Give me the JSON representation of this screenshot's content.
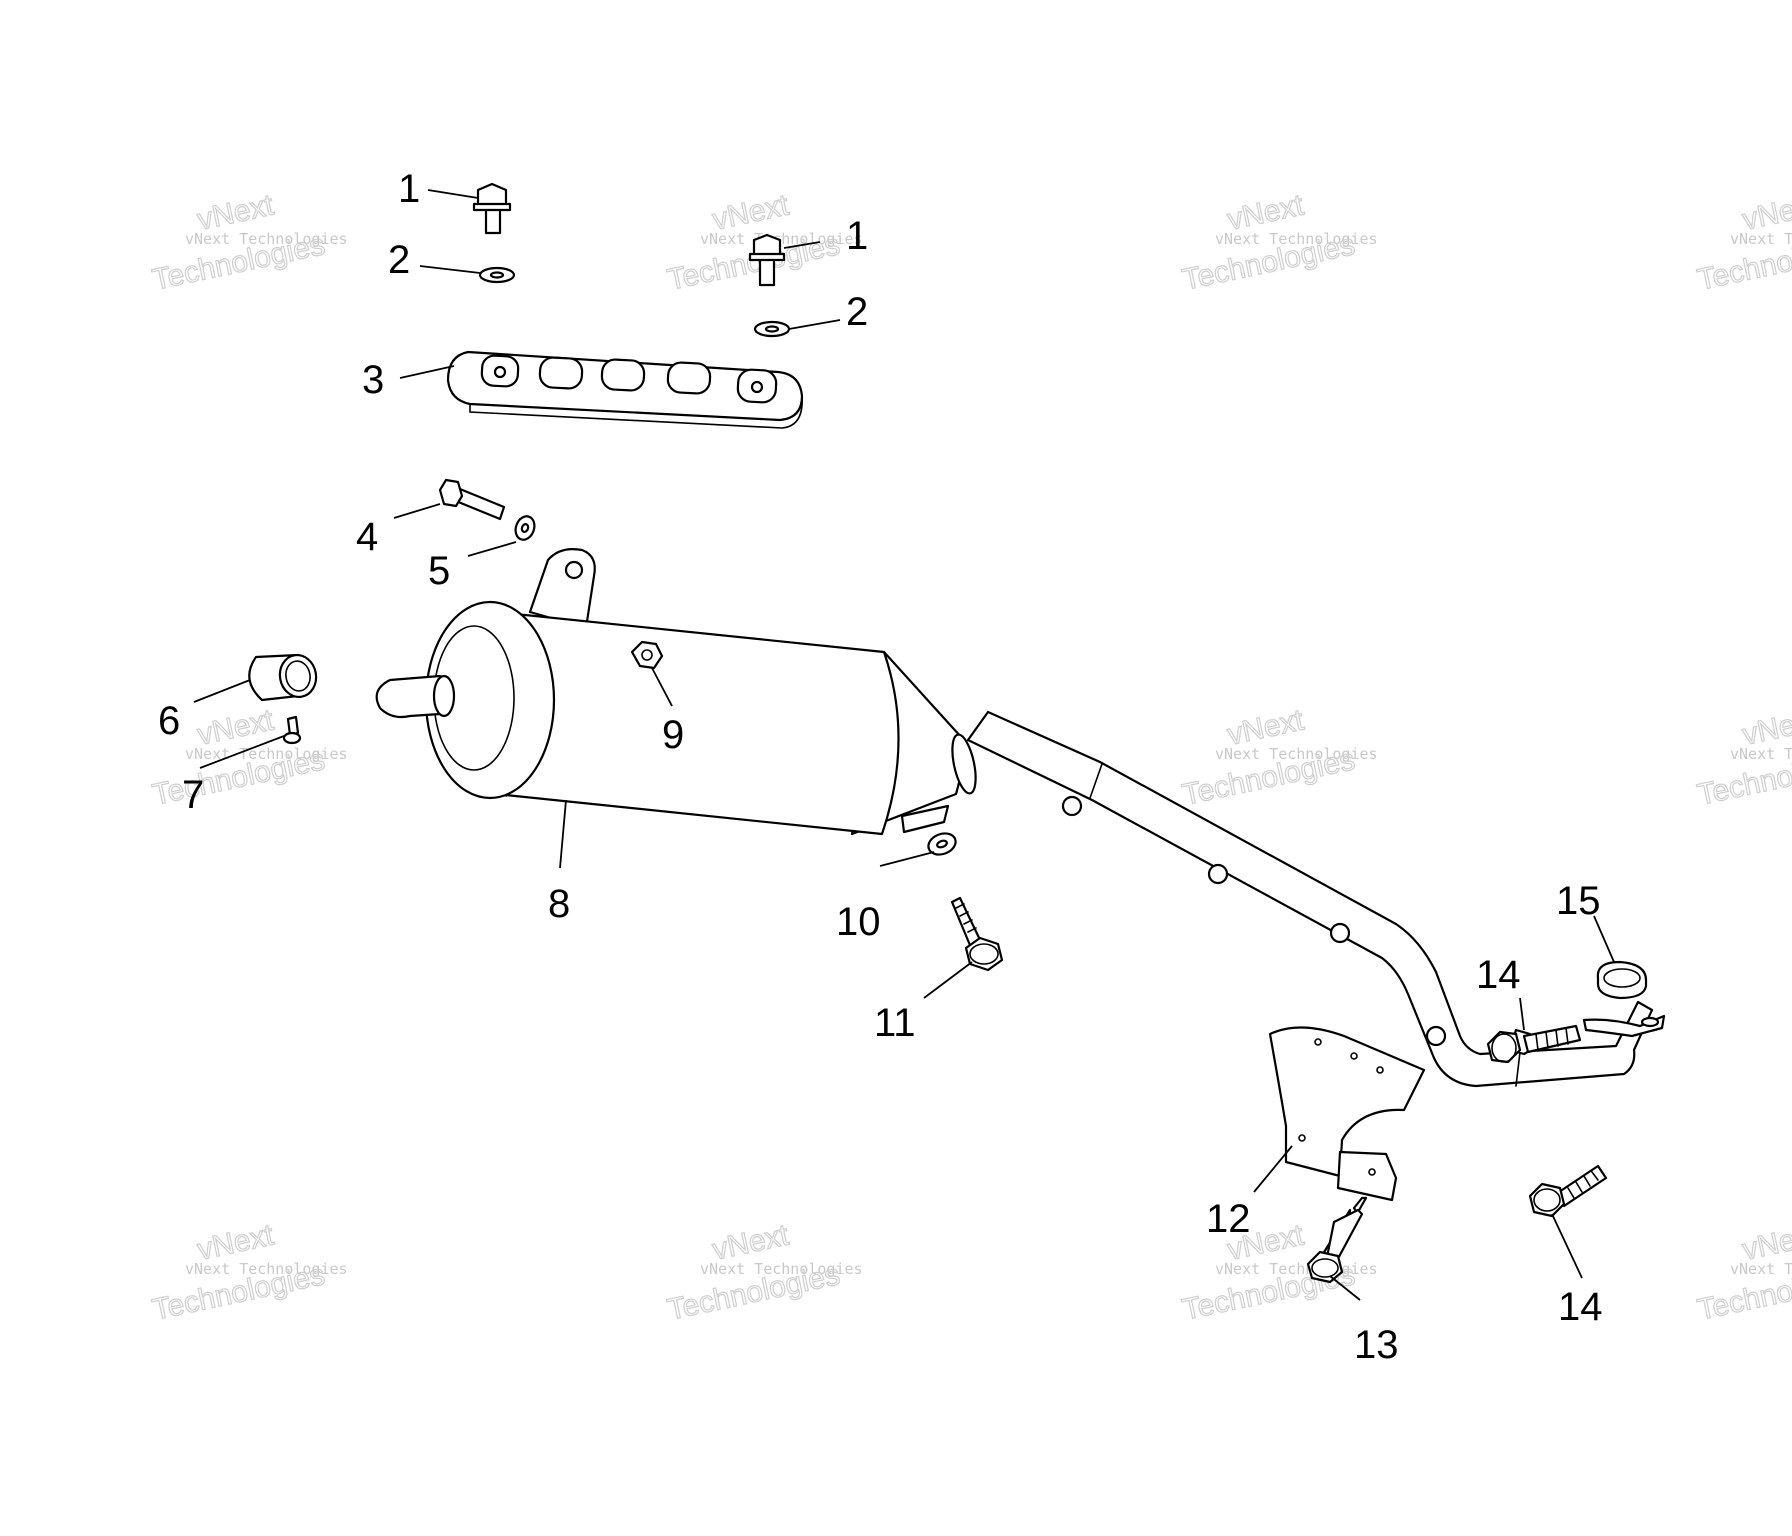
{
  "watermark": {
    "line1": "vNext",
    "line2": "vNext Technologies",
    "line3": "Technologies"
  },
  "callouts": [
    "1",
    "2",
    "3",
    "1",
    "2",
    "4",
    "5",
    "6",
    "7",
    "8",
    "9",
    "10",
    "11",
    "12",
    "13",
    "14",
    "15",
    "14"
  ]
}
